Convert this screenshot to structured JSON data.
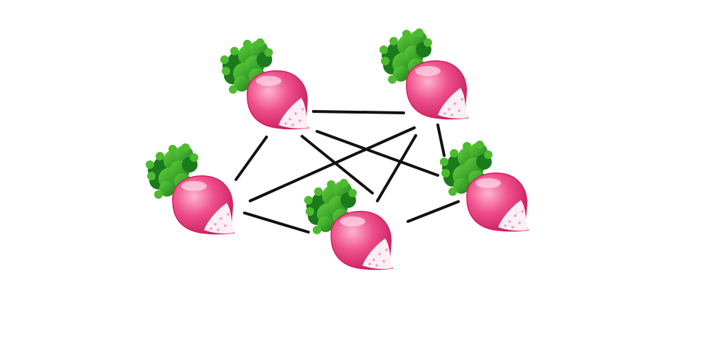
{
  "diagram": {
    "node_icon": "radish-icon",
    "colors": {
      "background": "#ffffff",
      "edge": "#111111",
      "bulb_outer": "#d81b60",
      "bulb_inner": "#ff8fb7",
      "bulb_white": "#fbeef4",
      "leaf_dark": "#1b7a1b",
      "leaf_light": "#4cbb2e"
    },
    "nodes": [
      {
        "id": "top-left"
      },
      {
        "id": "top-right"
      },
      {
        "id": "middle-left"
      },
      {
        "id": "bottom-center"
      },
      {
        "id": "middle-right"
      }
    ],
    "edges": [
      {
        "from": "top-left",
        "to": "top-right"
      },
      {
        "from": "top-left",
        "to": "middle-left"
      },
      {
        "from": "top-left",
        "to": "bottom-center"
      },
      {
        "from": "top-left",
        "to": "middle-right"
      },
      {
        "from": "top-right",
        "to": "middle-left"
      },
      {
        "from": "top-right",
        "to": "bottom-center"
      },
      {
        "from": "top-right",
        "to": "middle-right"
      },
      {
        "from": "middle-left",
        "to": "bottom-center"
      },
      {
        "from": "bottom-center",
        "to": "middle-right"
      }
    ]
  }
}
